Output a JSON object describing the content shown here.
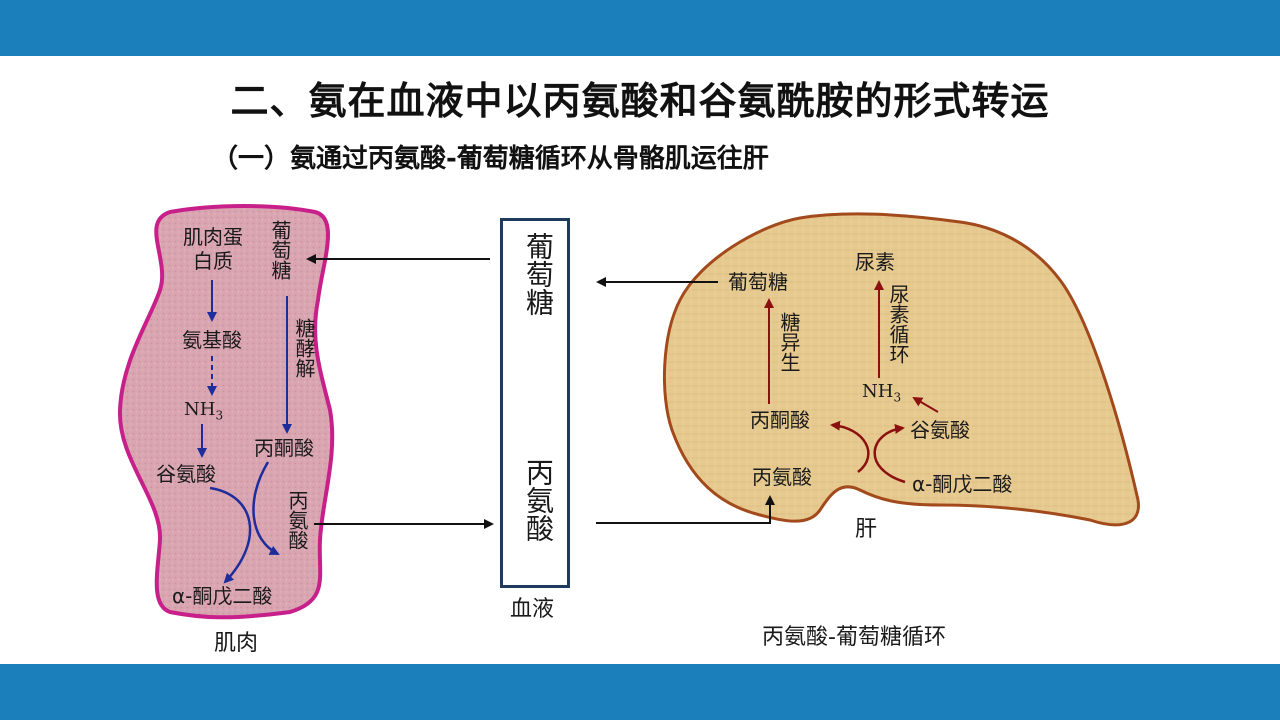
{
  "header": {
    "title": "二、氨在血液中以丙氨酸和谷氨酰胺的形式转运",
    "subtitle": "（一）氨通过丙氨酸-葡萄糖循环从骨骼肌运往肝"
  },
  "muscle": {
    "label": "肌肉",
    "protein": "肌肉蛋白质",
    "glucose": "葡萄糖",
    "glycolysis": "糖酵解",
    "amino_acid": "氨基酸",
    "nh3": "NH",
    "nh3_sub": "3",
    "glutamate": "谷氨酸",
    "pyruvate": "丙酮酸",
    "alanine": "丙氨酸",
    "ketoglutarate": "α-酮戊二酸"
  },
  "blood": {
    "label": "血液",
    "glucose": "葡萄糖",
    "alanine": "丙氨酸"
  },
  "liver": {
    "label": "肝",
    "glucose": "葡萄糖",
    "urea": "尿素",
    "gluconeogenesis": "糖异生",
    "urea_cycle": "尿素循环",
    "nh3": "NH",
    "nh3_sub": "3",
    "pyruvate": "丙酮酸",
    "glutamate": "谷氨酸",
    "alanine": "丙氨酸",
    "ketoglutarate": "α-酮戊二酸"
  },
  "caption": "丙氨酸-葡萄糖循环",
  "colors": {
    "header_bar": "#1a7fba",
    "muscle_fill": "#d9a5b1",
    "muscle_border": "#c8208a",
    "liver_fill": "#e6c98f",
    "liver_border": "#a24a1c",
    "muscle_arrow": "#1e2d9c",
    "liver_arrow": "#8b1010"
  }
}
